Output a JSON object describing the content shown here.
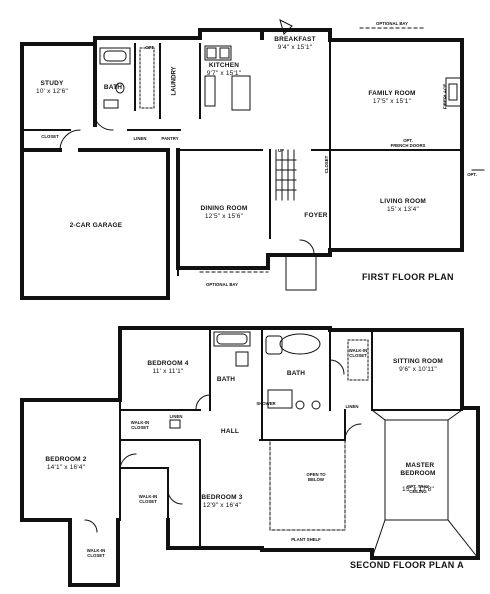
{
  "first_floor": {
    "title": "FIRST FLOOR PLAN",
    "rooms": {
      "study": {
        "name": "STUDY",
        "dims": "10' x 12'6\""
      },
      "bath": {
        "name": "BATH"
      },
      "laundry": {
        "name": "LAUNDRY"
      },
      "kitchen": {
        "name": "KITCHEN",
        "dims": "9'7\" x 15'1\""
      },
      "breakfast": {
        "name": "BREAKFAST",
        "dims": "9'4\" x 15'1\""
      },
      "family": {
        "name": "FAMILY ROOM",
        "dims": "17'5\" x 15'1\""
      },
      "garage": {
        "name": "2-CAR GARAGE"
      },
      "dining": {
        "name": "DINING ROOM",
        "dims": "12'5\" x 15'6\""
      },
      "foyer": {
        "name": "FOYER"
      },
      "living": {
        "name": "LIVING ROOM",
        "dims": "15' x 13'4\""
      }
    },
    "small_labels": {
      "closet": "CLOSET",
      "linen": "LINEN",
      "pantry": "PANTRY",
      "opt_top": "OPT.",
      "optional_bay_top": "OPTIONAL BAY",
      "fireplace": "FIREPLACE",
      "french_doors": "OPT.\nFRENCH DOORS",
      "opt_right": "OPT.",
      "optional_bay_bottom": "OPTIONAL BAY",
      "up": "UP",
      "closet_foyer": "CLOSET"
    }
  },
  "second_floor": {
    "title": "SECOND FLOOR PLAN A",
    "rooms": {
      "bedroom4": {
        "name": "BEDROOM 4",
        "dims": "11' x 11'1\""
      },
      "bath_a": {
        "name": "BATH"
      },
      "bath_b": {
        "name": "BATH"
      },
      "sitting": {
        "name": "SITTING ROOM",
        "dims": "9'6\" x 10'11\""
      },
      "bedroom2": {
        "name": "BEDROOM 2",
        "dims": "14'1\" x 16'4\""
      },
      "hall": {
        "name": "HALL"
      },
      "master": {
        "name": "MASTER\nBEDROOM",
        "dims": "15' x 17'8\""
      },
      "bedroom3": {
        "name": "BEDROOM 3",
        "dims": "12'9\" x 16'4\""
      }
    },
    "small_labels": {
      "walkin_master": "WALK-IN\nCLOSET",
      "shower": "SHOWER",
      "linen_master": "LINEN",
      "linen_hall": "LINEN",
      "walkin_hall": "WALK-IN\nCLOSET",
      "walkin_b3": "WALK-IN\nCLOSET",
      "walkin_b2": "WALK-IN\nCLOSET",
      "open_below": "OPEN TO\nBELOW",
      "tray_ceiling": "OPT. TRAY\nCEILING",
      "plant_shelf": "PLANT SHELF"
    }
  }
}
